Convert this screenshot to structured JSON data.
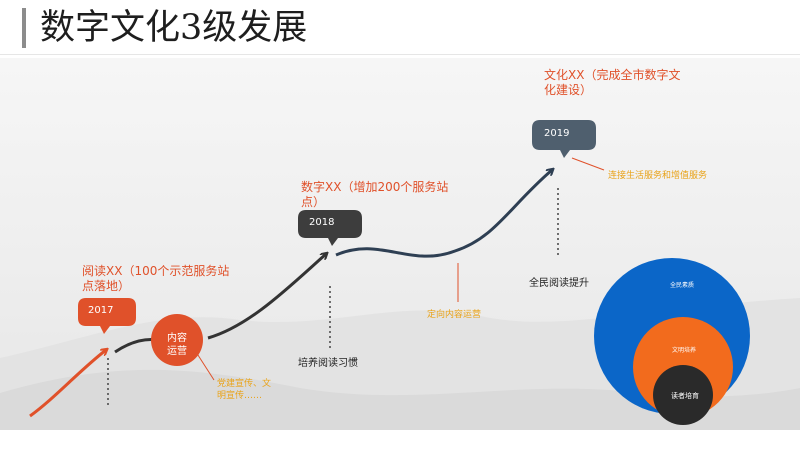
{
  "slide": {
    "title": "数字文化3级发展"
  },
  "milestones": [
    {
      "year": "2017",
      "heading_line1": "阅读XX（100个示范服务站",
      "heading_line2": "点落地）",
      "bubble_color": "#e0512a"
    },
    {
      "year": "2018",
      "heading_line1": "数字XX（增加200个服务站",
      "heading_line2": "点）",
      "bubble_color": "#3d3d3d"
    },
    {
      "year": "2019",
      "heading_line1": "文化XX（完成全市数字文",
      "heading_line2": "化建设）",
      "bubble_color": "#4f5f6e"
    }
  ],
  "nodes": {
    "circle_label_line1": "内容",
    "circle_label_line2": "运营",
    "circle_note_line1": "党建宣传、文",
    "circle_note_line2": "明宣传……",
    "stage2_caption": "培养阅读习惯",
    "stage2_note": "定向内容运营",
    "stage3_caption": "全民阅读提升",
    "stage3_note": "连接生活服务和增值服务"
  },
  "circles": {
    "outer": {
      "label": "全民素质",
      "color": "#0b66c8"
    },
    "middle": {
      "label": "文明培养",
      "color": "#f26b1d"
    },
    "inner": {
      "label": "读者培育",
      "color": "#2a2a2a"
    }
  },
  "colors": {
    "orange": "#e0512a",
    "yellow": "#e9a319",
    "dark": "#333333"
  }
}
